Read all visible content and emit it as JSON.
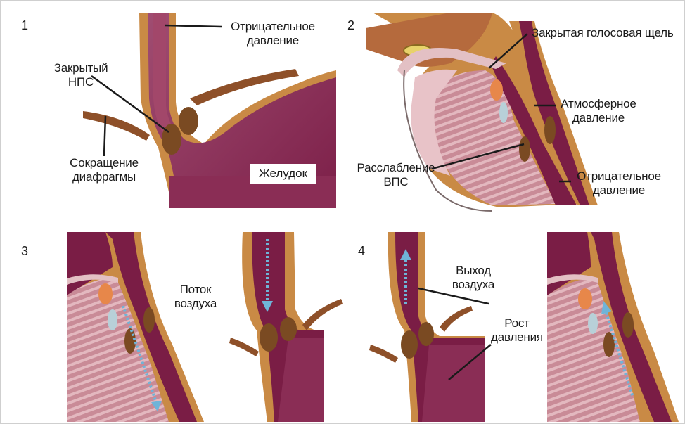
{
  "panels": [
    {
      "number": "1"
    },
    {
      "number": "2"
    },
    {
      "number": "3"
    },
    {
      "number": "4"
    }
  ],
  "labels": {
    "p1_negative_pressure_1": "Отрицательное",
    "p1_negative_pressure_2": "давление",
    "p1_closed_les_1": "Закрытый",
    "p1_closed_les_2": "НПС",
    "p1_diaphragm_1": "Сокращение",
    "p1_diaphragm_2": "диафрагмы",
    "p1_stomach": "Желудок",
    "p2_closed_glottis": "Закрытая голосовая щель",
    "p2_atmospheric_1": "Атмосферное",
    "p2_atmospheric_2": "давление",
    "p2_ues_relax_1": "Расслабление",
    "p2_ues_relax_2": "ВПС",
    "p2_negative_1": "Отрицательное",
    "p2_negative_2": "давление",
    "p3_airflow_1": "Поток",
    "p3_airflow_2": "воздуха",
    "p4_air_exit_1": "Выход",
    "p4_air_exit_2": "воздуха",
    "p4_pressure_rise_1": "Рост",
    "p4_pressure_rise_2": "давления"
  },
  "colors": {
    "tissue_outer": "#c98a45",
    "lumen": "#7a1d45",
    "lumen_light": "#a2476a",
    "cartilage": "#e9c7c5",
    "sphincter": "#7a4a22",
    "muscle": "#8e5029",
    "arrow": "#6fb4d8"
  }
}
